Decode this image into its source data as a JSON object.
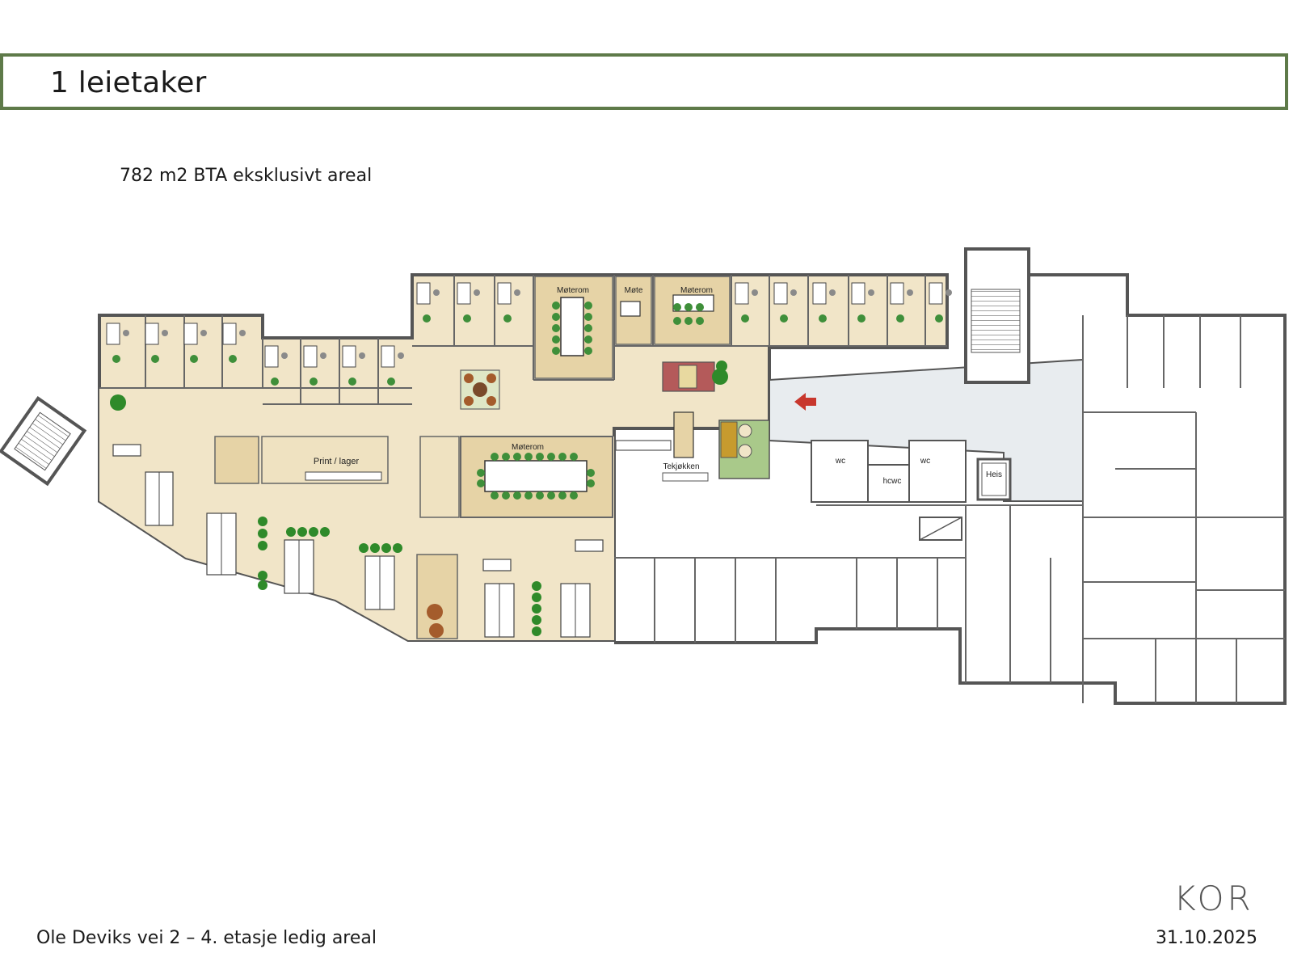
{
  "header": {
    "title": "1 leietaker"
  },
  "area_text": "782 m2 BTA eksklusivt areal",
  "plan": {
    "labels": {
      "meeting_room": "Møterom",
      "meeting_small": "Møte",
      "print": "Print / lager",
      "kitchen": "Tekjøkken",
      "wc": "wc",
      "hcwc": "hcwc",
      "elevator": "Heis"
    },
    "colors": {
      "tenant_fill": "#f1e5c8",
      "meeting_fill": "#e6d3a6",
      "common_fill": "#e8ecef",
      "wall": "#555555",
      "chair_green": "#3f8f3a",
      "chair_grey": "#8a8a8a",
      "entrance_arrow": "#c8372d",
      "plant": "#2f8a2a"
    }
  },
  "footer": {
    "address": "Ole Deviks vei 2 – 4. etasje ledig areal",
    "date": "31.10.2025"
  },
  "logo": {
    "text": "KOR"
  }
}
